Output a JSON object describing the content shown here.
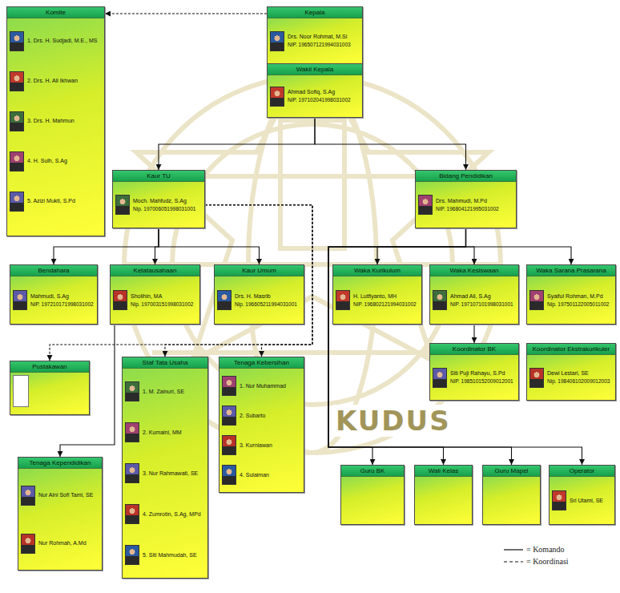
{
  "diagram": {
    "nodes": [
      {
        "text": [
          "Komite",
          "1. Drs. H. Sudjadi, M.E., MS",
          "2. Drs. H. Ali Ikhwan",
          "3. Drs. H. Mahmun",
          "4. H. Sulh, S.Ag",
          "5. Azizi Mukti, S.Pd"
        ]
      },
      {
        "text": [
          "Kepala",
          "Drs. Noor Rohmat, M.Si",
          "NIP. 196507121994031003"
        ]
      },
      {
        "text": [
          "Wakil Kepala",
          "Ahmad Sofiq, S.Ag",
          "NIP. 197102041998031002"
        ]
      },
      {
        "text": [
          "Kaur TU",
          "Moch. Mahfudz, S.Ag",
          "Nip. 197006051998031001"
        ]
      },
      {
        "text": [
          "Bidang Pendidikan",
          "Drs. Mahmudi, M.Pd",
          "NIP. 196804121995031002"
        ]
      },
      {
        "text": [
          "Bendahara",
          "Mahmudi, S.Ag",
          "NIP. 197210171998031002"
        ]
      },
      {
        "text": [
          "Ketatausahaan",
          "Sholihin, MA",
          "Nip. 197003151998031002"
        ]
      },
      {
        "text": [
          "Kaur Umum",
          "Drs. H. Masrib",
          "Nip. 196605211994031001"
        ]
      },
      {
        "text": [
          "Waka Kurikulum",
          "H. Lutfiyanto, MH",
          "NIP. 196802121994031002"
        ]
      },
      {
        "text": [
          "Waka Kesiswaan",
          "Ahmad Ali, S.Ag",
          "NIP. 197107101998031001"
        ]
      },
      {
        "text": [
          "Waka Sarana Prasarana",
          "Syaiful Rohman, M.Pd",
          "Nip. 197501122005011002"
        ]
      },
      {
        "text": [
          "Koordinator BK",
          "Siti Puji Rahayu, S.Pd",
          "NIP. 198510152009012001"
        ]
      },
      {
        "text": [
          "Koordinator Ekstrakurikuler",
          "Dewi Lestari, SE",
          "Nip. 198406102009012003"
        ]
      },
      {
        "text": [
          "Pustakawan"
        ]
      },
      {
        "text": [
          "Staf Tata Usaha",
          "1. M. Zainuri, SE",
          "2. Kumaini, MM",
          "3. Nur Rahmawati, SE",
          "4. Zumrotin, S.Ag, MPd",
          "5. Siti Mahmudah, SE"
        ]
      },
      {
        "text": [
          "Tenaga Kebersihan",
          "1. Nur Muhammad",
          "2. Subarto",
          "3. Kurniawan",
          "4. Sulaiman"
        ]
      },
      {
        "text": [
          "Tenaga Kependidikan",
          "Nur Aini Sofi Tami, SE",
          "Nur Rohmah, A.Md"
        ]
      },
      {
        "text": [
          "Guru BK"
        ]
      },
      {
        "text": [
          "Wali Kelas"
        ]
      },
      {
        "text": [
          "Guru Mapel"
        ]
      },
      {
        "text": [
          "Operator",
          "Sri Utami, SE"
        ]
      }
    ],
    "edges": [
      {
        "from": 1,
        "to": 0,
        "arrow": "to"
      },
      {
        "from": 2,
        "to": 3,
        "arrow": "to"
      },
      {
        "from": 2,
        "to": 4,
        "arrow": "to"
      },
      {
        "from": 3,
        "to": 5,
        "arrow": "to"
      },
      {
        "from": 3,
        "to": 6,
        "arrow": "to"
      },
      {
        "from": 3,
        "to": 7,
        "arrow": "to"
      },
      {
        "from": 4,
        "to": 8,
        "arrow": "to"
      },
      {
        "from": 4,
        "to": 9,
        "arrow": "to"
      },
      {
        "from": 4,
        "to": 10,
        "arrow": "to"
      },
      {
        "from": 9,
        "to": 11,
        "arrow": "to"
      },
      {
        "from": 3,
        "to": 13,
        "arrow": "to"
      },
      {
        "from": 3,
        "to": 14,
        "arrow": "to"
      },
      {
        "from": 3,
        "to": 15,
        "arrow": "to"
      },
      {
        "from": 6,
        "to": 16,
        "arrow": "to"
      },
      {
        "from": 4,
        "to": 17,
        "arrow": "to"
      },
      {
        "from": 4,
        "to": 18,
        "arrow": "to"
      },
      {
        "from": 4,
        "to": 19,
        "arrow": "to"
      },
      {
        "from": 4,
        "to": 20,
        "arrow": "to"
      }
    ],
    "labels": [
      "KUDUS"
    ],
    "legend": [
      {
        "text": "= Komando"
      },
      {
        "text": "= Koordinasi"
      }
    ]
  }
}
